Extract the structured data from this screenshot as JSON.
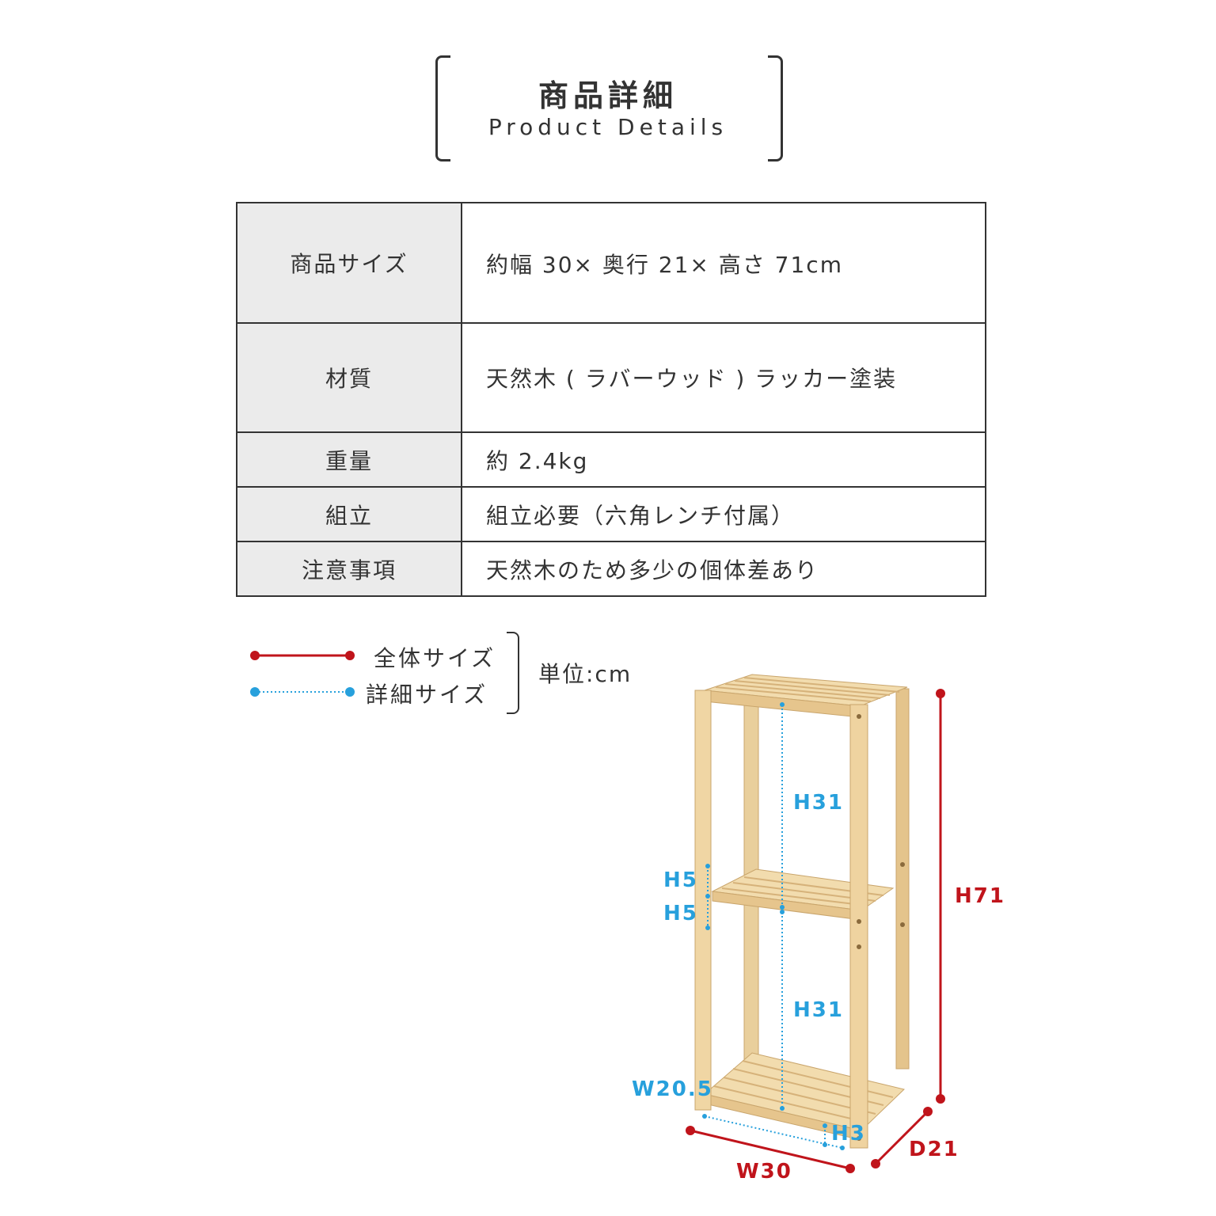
{
  "header": {
    "title_jp": "商品詳細",
    "title_en": "Product Details"
  },
  "spec_table": {
    "rows": [
      {
        "label": "商品サイズ",
        "value": "約幅 30× 奥行 21× 高さ 71cm"
      },
      {
        "label": "材質",
        "value": "天然木 ( ラバーウッド ) ラッカー塗装"
      },
      {
        "label": "重量",
        "value": "約 2.4kg"
      },
      {
        "label": "組立",
        "value": "組立必要（六角レンチ付属）"
      },
      {
        "label": "注意事項",
        "value": "天然木のため多少の個体差あり"
      }
    ]
  },
  "legend": {
    "overall_label": "全体サイズ",
    "detail_label": "詳細サイズ",
    "unit": "単位:cm",
    "overall_color": "#c0141b",
    "detail_color": "#27a0dc"
  },
  "dimensions": {
    "overall_height": "H71",
    "overall_width": "W30",
    "overall_depth": "D21",
    "upper_gap": "H31",
    "lower_gap": "H31",
    "adjust_up": "H5",
    "adjust_down": "H5",
    "inner_width": "W20.5",
    "bottom_clearance": "H3"
  }
}
